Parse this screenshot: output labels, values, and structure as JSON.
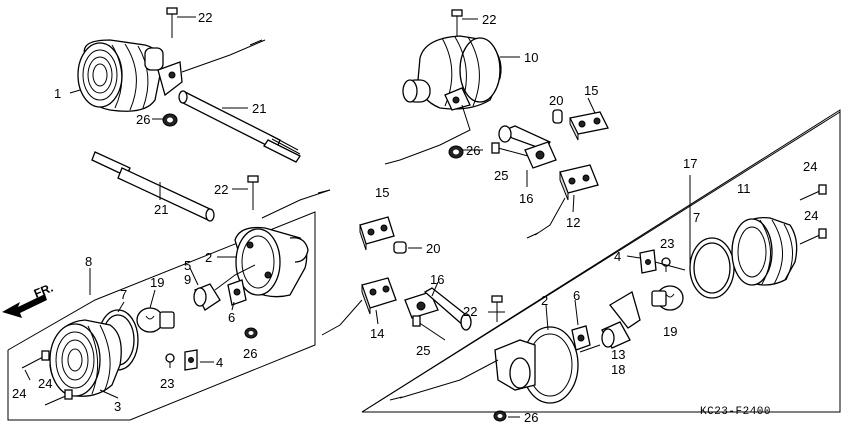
{
  "diagram_code": "KC23-F2400",
  "direction_label": "FR.",
  "callouts": {
    "c22a": "22",
    "c1": "1",
    "c21a": "21",
    "c26a": "26",
    "c21b": "21",
    "c22b": "22",
    "c8": "8",
    "c2a": "2",
    "c5": "5",
    "c9": "9",
    "c19a": "19",
    "c7a": "7",
    "c6a": "6",
    "c26b": "26",
    "c4a": "4",
    "c23a": "23",
    "c24a": "24",
    "c24b": "24",
    "c3": "3",
    "c22c": "22",
    "c10": "10",
    "c20a": "20",
    "c15a": "15",
    "c26c": "26",
    "c25a": "25",
    "c16a": "16",
    "c12": "12",
    "c15b": "15",
    "c20b": "20",
    "c16b": "16",
    "c14": "14",
    "c22d": "22",
    "c25b": "25",
    "c17": "17",
    "c24c": "24",
    "c24d": "24",
    "c11": "11",
    "c7b": "7",
    "c23b": "23",
    "c4b": "4",
    "c2b": "2",
    "c6b": "6",
    "c13": "13",
    "c18": "18",
    "c19b": "19",
    "c26d": "26"
  }
}
